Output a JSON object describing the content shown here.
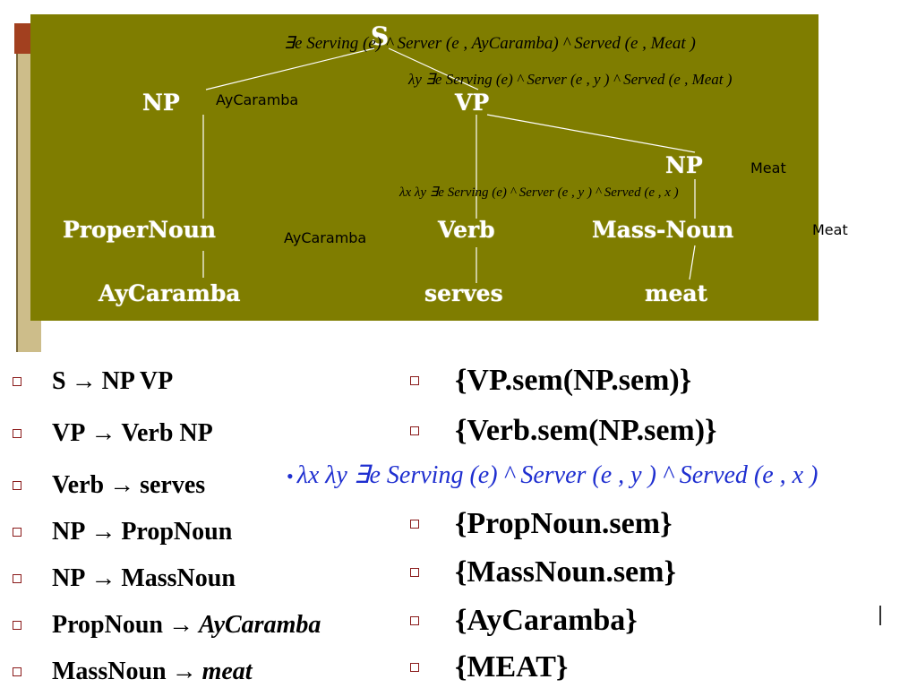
{
  "tree": {
    "nodes": {
      "s": "S",
      "np_left": "NP",
      "vp": "VP",
      "np_right": "NP",
      "proper_noun": "ProperNoun",
      "verb": "Verb",
      "mass_noun": "Mass-Noun",
      "aycaramba": "AyCaramba",
      "serves": "serves",
      "meat": "meat"
    },
    "annotations": {
      "np_left": "AyCaramba",
      "proper_noun": "AyCaramba",
      "np_right": "Meat",
      "mass_noun": "Meat"
    },
    "formulas": {
      "s": "∃e Serving (e) ^ Server (e , AyCaramba) ^ Served (e , Meat )",
      "vp": "λy  ∃e Serving (e) ^ Server (e , y ) ^ Served (e , Meat )",
      "verb": "λx λy  ∃e Serving (e) ^ Server (e , y ) ^ Served (e , x )"
    }
  },
  "rules": [
    {
      "lhs": "S",
      "rhs": "NP VP",
      "rhs_italic": false
    },
    {
      "lhs": "VP",
      "rhs": "Verb NP",
      "rhs_italic": false
    },
    {
      "lhs": "Verb",
      "rhs": "serves",
      "rhs_italic": false
    },
    {
      "lhs": "NP",
      "rhs": "PropNoun",
      "rhs_italic": false
    },
    {
      "lhs": "NP",
      "rhs": "MassNoun",
      "rhs_italic": false
    },
    {
      "lhs": "PropNoun",
      "rhs": "AyCaramba",
      "rhs_italic": true
    },
    {
      "lhs": "MassNoun",
      "rhs": "meat",
      "rhs_italic": true
    }
  ],
  "arrow_symbol": "→",
  "semantics": [
    "{VP.sem(NP.sem)}",
    "{Verb.sem(NP.sem)}",
    "{PropNoun.sem}",
    "{MassNoun.sem}",
    "{AyCaramba}",
    "{MEAT}"
  ],
  "blue_formula": {
    "bullet": "•",
    "text": "λx λy  ∃e Serving (e) ^ Server (e , y ) ^ Served (e , x )"
  },
  "colors": {
    "panel": "#7f7d00",
    "node_text": "#ffffff",
    "bullet": "#8a1a1a",
    "blue_formula": "#1f2fd0",
    "accent": "#a2401f"
  }
}
